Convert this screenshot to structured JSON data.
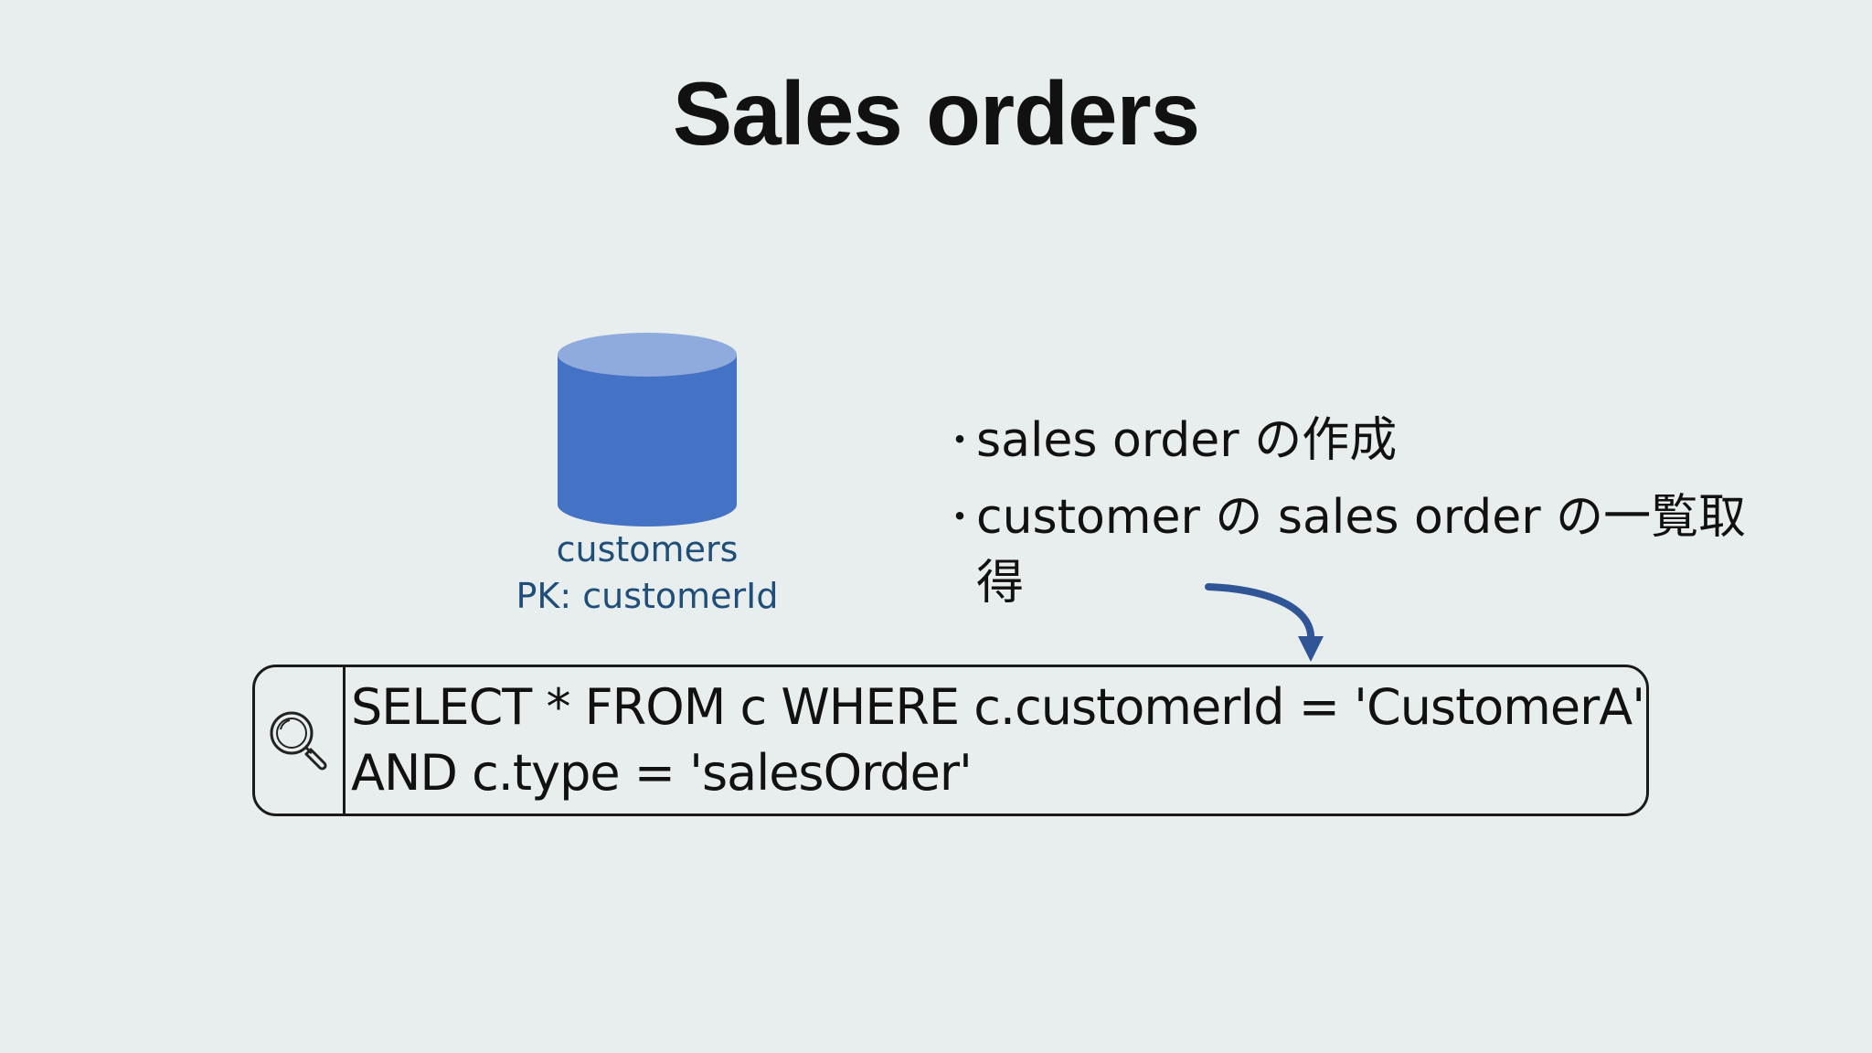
{
  "slide": {
    "title": "Sales orders"
  },
  "database": {
    "icon": "database-cylinder-icon",
    "name": "customers",
    "partition_key": "PK: customerId",
    "colors": {
      "body": "#4472c4",
      "top": "#8faadc",
      "label": "#1f4e79"
    }
  },
  "bullets": [
    {
      "bullet": "・",
      "text": "sales order の作成"
    },
    {
      "bullet": "・",
      "text": "customer の sales order の一覧取得"
    }
  ],
  "query": {
    "icon": "magnifier-search-icon",
    "line1": "SELECT * FROM c WHERE c.customerId = 'CustomerA'",
    "line2": "AND c.type = 'salesOrder'"
  },
  "arrow": {
    "icon": "curved-arrow-down-icon",
    "color": "#2f5597"
  }
}
